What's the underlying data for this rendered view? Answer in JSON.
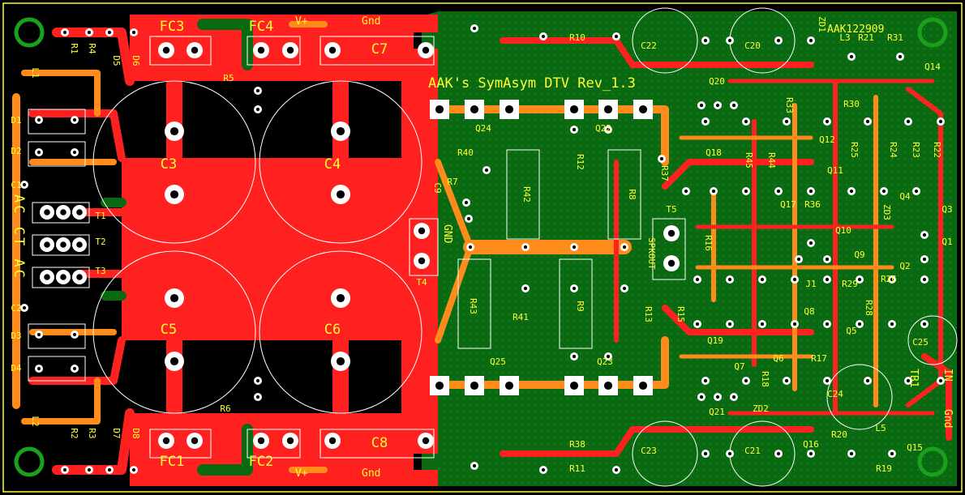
{
  "board": {
    "title": "AAK's SymAsym DTV Rev_1.3",
    "tag": "AAK122909",
    "colors": {
      "copper_top": "#ff2020",
      "copper_bottom": "#ff8c1a",
      "ground_plane": "#0a6a12",
      "silk": "#ffff33",
      "pad": "#ffffff",
      "hole": "#000000",
      "board": "#000000"
    }
  },
  "labels": {
    "ac_ct_ac": "AC CT AC",
    "gnd": "GND",
    "spkout": "SPKOUT",
    "vplus": "V+",
    "gnd_small": "Gnd",
    "in": "IN",
    "gnd_in": "Gnd",
    "tb1": "TB1"
  },
  "parts": [
    "FC3",
    "FC4",
    "FC1",
    "FC2",
    "C7",
    "C8",
    "C3",
    "C4",
    "C5",
    "C6",
    "C1",
    "C2",
    "C9",
    "C20",
    "C21",
    "C22",
    "C23",
    "C24",
    "C25",
    "R1",
    "R2",
    "R3",
    "R4",
    "R5",
    "R6",
    "R7",
    "R8",
    "R9",
    "R10",
    "R11",
    "R12",
    "R13",
    "R15",
    "R16",
    "R17",
    "R18",
    "R19",
    "R20",
    "R21",
    "R22",
    "R23",
    "R24",
    "R25",
    "R26",
    "R28",
    "R29",
    "R30",
    "R31",
    "R33",
    "R36",
    "R37",
    "R38",
    "R40",
    "R41",
    "R42",
    "R43",
    "R44",
    "R45",
    "D1",
    "D2",
    "D3",
    "D4",
    "D5",
    "D6",
    "D7",
    "D8",
    "Q1",
    "Q2",
    "Q3",
    "Q4",
    "Q5",
    "Q6",
    "Q7",
    "Q8",
    "Q9",
    "Q10",
    "Q11",
    "Q12",
    "Q14",
    "Q15",
    "Q16",
    "Q17",
    "Q18",
    "Q19",
    "Q20",
    "Q21",
    "Q22",
    "Q23",
    "Q24",
    "Q25",
    "T1",
    "T2",
    "T3",
    "T4",
    "T5",
    "L1",
    "L2",
    "L3",
    "L5",
    "J1",
    "ZD1",
    "ZD2",
    "ZD3"
  ]
}
